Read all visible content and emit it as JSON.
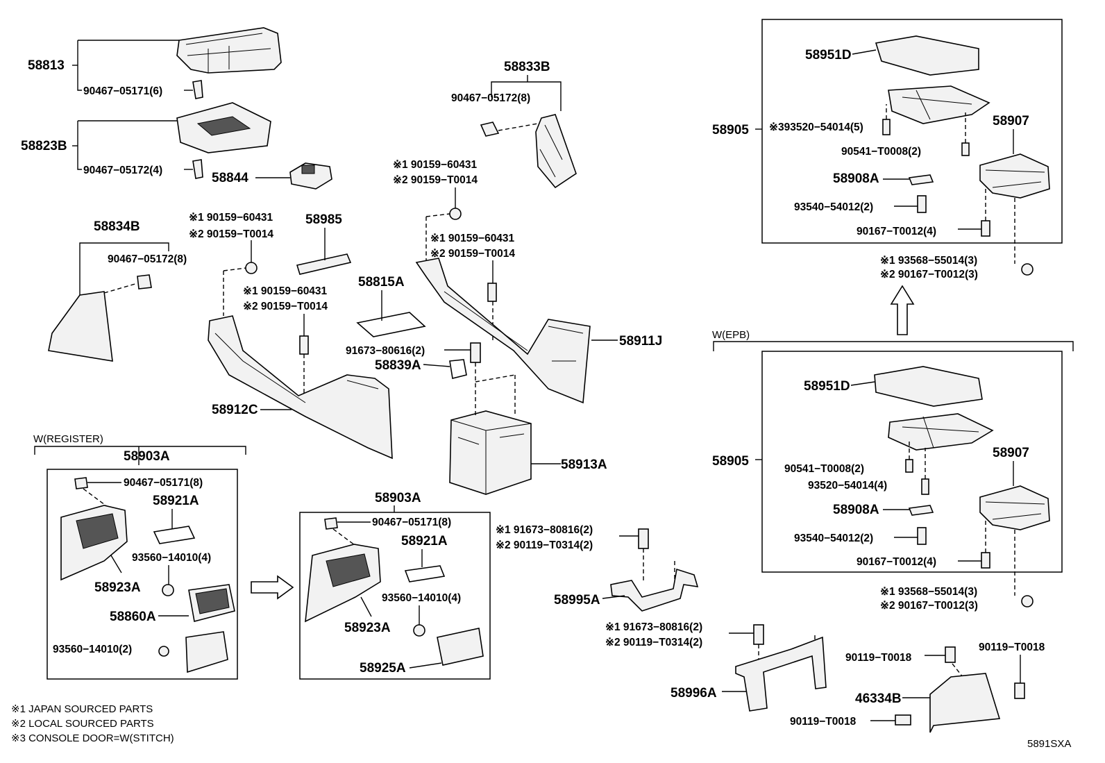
{
  "diagram_id": "5891SXA",
  "groups": {
    "register": "W(REGISTER)",
    "epb": "W(EPB)"
  },
  "notes": [
    "※1 JAPAN SOURCED PARTS",
    "※2 LOCAL SOURCED PARTS",
    "※3 CONSOLE DOOR=W(STITCH)"
  ],
  "labels": {
    "p58813": "58813",
    "p90467_05171_6": "90467−05171(6)",
    "p58823B": "58823B",
    "p90467_05172_4": "90467−05172(4)",
    "p58844": "58844",
    "p58834B": "58834B",
    "p90467_05172_8a": "90467−05172(8)",
    "p58833B": "58833B",
    "p90467_05172_8b": "90467−05172(8)",
    "s1_90159_60431_a": "※1 90159−60431",
    "s2_90159_T0014_a": "※2 90159−T0014",
    "s1_90159_60431_b": "※1 90159−60431",
    "s2_90159_T0014_b": "※2 90159−T0014",
    "p58985": "58985",
    "s1_90159_60431_c": "※1 90159−60431",
    "s2_90159_T0014_c": "※2 90159−T0014",
    "s1_90159_60431_d": "※1 90159−60431",
    "s2_90159_T0014_d": "※2 90159−T0014",
    "p58815A": "58815A",
    "p91673_80616": "91673−80616(2)",
    "p58839A": "58839A",
    "p58911J": "58911J",
    "p58912C": "58912C",
    "p58913A": "58913A",
    "p58903A_a": "58903A",
    "p90467_05171_8a": "90467−05171(8)",
    "p58921A_a": "58921A",
    "p93560_14010_4a": "93560−14010(4)",
    "p58923A_a": "58923A",
    "p58860A": "58860A",
    "p93560_14010_2": "93560−14010(2)",
    "p58903A_b": "58903A",
    "p90467_05171_8b": "90467−05171(8)",
    "p58921A_b": "58921A",
    "p93560_14010_4b": "93560−14010(4)",
    "p58923A_b": "58923A",
    "p58925A": "58925A",
    "s1_91673_80816_a": "※1 91673−80816(2)",
    "s2_90119_T0314_a": "※2 90119−T0314(2)",
    "p58995A": "58995A",
    "s1_91673_80816_b": "※1 91673−80816(2)",
    "s2_90119_T0314_b": "※2 90119−T0314(2)",
    "p58996A": "58996A",
    "p90119_T0018_a": "90119−T0018",
    "p90119_T0018_b": "90119−T0018",
    "p90119_T0018_c": "90119−T0018",
    "p46334B": "46334B",
    "p58951D_a": "58951D",
    "p58905_a": "58905",
    "s3_93520_54014": "※393520−54014(5)",
    "p90541_T0008_a": "90541−T0008(2)",
    "p58907_a": "58907",
    "p58908A_a": "58908A",
    "p93540_54012_a": "93540−54012(2)",
    "p90167_T0012_4a": "90167−T0012(4)",
    "s1_93568_55014_a": "※1 93568−55014(3)",
    "s2_90167_T0012_a": "※2 90167−T0012(3)",
    "p58951D_b": "58951D",
    "p58905_b": "58905",
    "p90541_T0008_b": "90541−T0008(2)",
    "p93520_54014_4": "93520−54014(4)",
    "p58907_b": "58907",
    "p58908A_b": "58908A",
    "p93540_54012_b": "93540−54012(2)",
    "p90167_T0012_4b": "90167−T0012(4)",
    "s1_93568_55014_b": "※1 93568−55014(3)",
    "s2_90167_T0012_b": "※2 90167−T0012(3)"
  }
}
